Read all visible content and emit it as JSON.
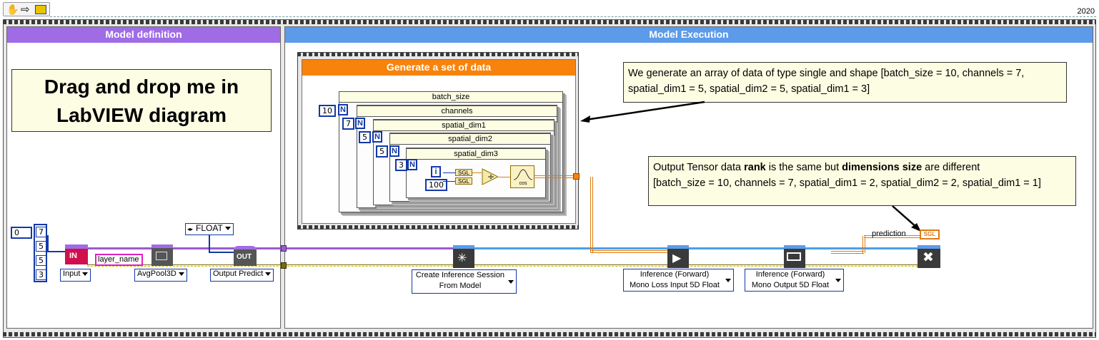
{
  "toolbar": {
    "version": "2020"
  },
  "panels": {
    "left_title": "Model definition",
    "right_title": "Model Execution",
    "inner_title": "Generate a set of data"
  },
  "notes": {
    "drag_line1": "Drag and drop me in",
    "drag_line2": "LabVIEW diagram",
    "generate_text": "We generate an array of data of type single and shape [batch_size = 10, channels = 7, spatial_dim1 = 5, spatial_dim2 = 5, spatial_dim1 = 3]",
    "output_prefix": "Output Tensor data ",
    "output_rank": "rank",
    "output_mid": " is the same but ",
    "output_dims": "dimensions size",
    "output_suffix": " are different",
    "output_line2": "[batch_size = 10, channels = 7, spatial_dim1 = 2, spatial_dim2 = 2, spatial_dim1 = 1]"
  },
  "loops": [
    {
      "name": "batch_size",
      "count": "10"
    },
    {
      "name": "channels",
      "count": "7"
    },
    {
      "name": "spatial_dim1",
      "count": "5"
    },
    {
      "name": "spatial_dim2",
      "count": "5"
    },
    {
      "name": "spatial_dim3",
      "count": "3"
    }
  ],
  "loop_n": "N",
  "iter": {
    "i": "i",
    "hundred": "100",
    "sgl1": "SGL",
    "sgl2": "SGL",
    "cos": "cos"
  },
  "array_const": {
    "index": "0",
    "values": [
      "7",
      "5",
      "5",
      "3"
    ]
  },
  "nodes": {
    "input_tag": "IN",
    "input_select": "Input",
    "layer_name": "layer_name",
    "avgpool_select": "AvgPool3D",
    "float_select": "FLOAT",
    "out_tag": "OUT",
    "output_predict": "Output Predict",
    "create_session_l1": "Create Inference Session",
    "create_session_l2": "From Model",
    "inference1_l1": "Inference (Forward)",
    "inference1_l2": "Mono Loss Input 5D Float",
    "inference2_l1": "Inference (Forward)",
    "inference2_l2": "Mono Output 5D Float",
    "prediction_label": "prediction",
    "prediction_type": "SGL"
  },
  "colors": {
    "purple_header": "#a06ce6",
    "blue_header": "#5b9bea",
    "orange_header": "#f7830c",
    "note_bg": "#fdfde3",
    "wire_blue": "#1338a8",
    "wire_purple": "#9b5bd0",
    "wire_orange": "#e07a10",
    "wire_teal": "#4a9fe8"
  }
}
